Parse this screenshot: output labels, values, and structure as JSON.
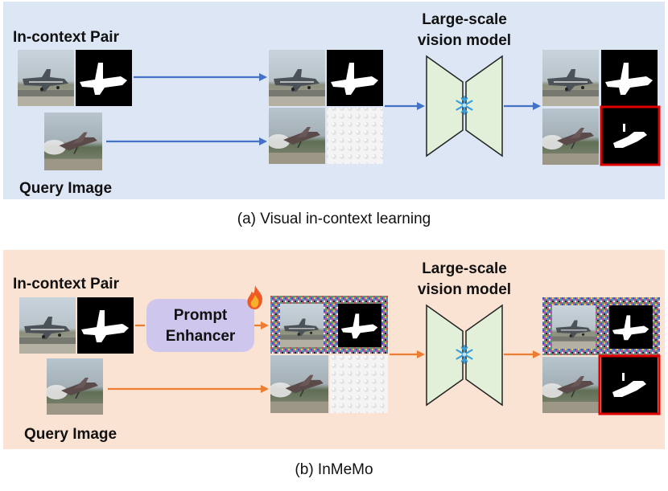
{
  "panel_a": {
    "in_context_label": "In-context Pair",
    "query_label": "Query Image",
    "model_label_line1": "Large-scale",
    "model_label_line2": "vision model",
    "caption": "(a) Visual in-context learning",
    "background": "#dde6f4",
    "arrow_color": "#4472c4"
  },
  "panel_b": {
    "in_context_label": "In-context Pair",
    "query_label": "Query Image",
    "enhancer_line1": "Prompt",
    "enhancer_line2": "Enhancer",
    "model_label_line1": "Large-scale",
    "model_label_line2": "vision model",
    "caption": "(b) InMeMo",
    "background": "#fbe3d4",
    "arrow_color": "#ed7d31",
    "enhancer_color": "#cfc6ee"
  },
  "colors": {
    "encoder_fill": "#e2efd9",
    "encoder_stroke": "#222222",
    "highlight_border": "#e00000",
    "mask_black": "#000000",
    "mask_white": "#ffffff"
  },
  "icons": {
    "frozen": "snowflake-icon",
    "trainable": "fire-icon"
  }
}
